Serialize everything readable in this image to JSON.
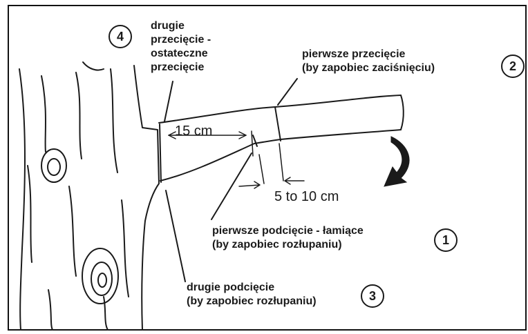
{
  "labels": {
    "cut4_line1": "drugie",
    "cut4_line2": "przecięcie -",
    "cut4_line3": "ostateczne",
    "cut4_line4": "przecięcie",
    "cut2_line1": "pierwsze przecięcie",
    "cut2_line2": "(by zapobiec zaciśnięciu)",
    "cut1_line1": "pierwsze podcięcie - łamiące",
    "cut1_line2": "(by zapobiec rozłupaniu)",
    "cut3_line1": "drugie podcięcie",
    "cut3_line2": "(by zapobiec rozłupaniu)"
  },
  "numbers": {
    "n1": "1",
    "n2": "2",
    "n3": "3",
    "n4": "4"
  },
  "measurements": {
    "m15": "15 cm",
    "m5to10": "5 to 10 cm"
  },
  "colors": {
    "ink": "#1a1a1a",
    "frame": "#111111"
  }
}
